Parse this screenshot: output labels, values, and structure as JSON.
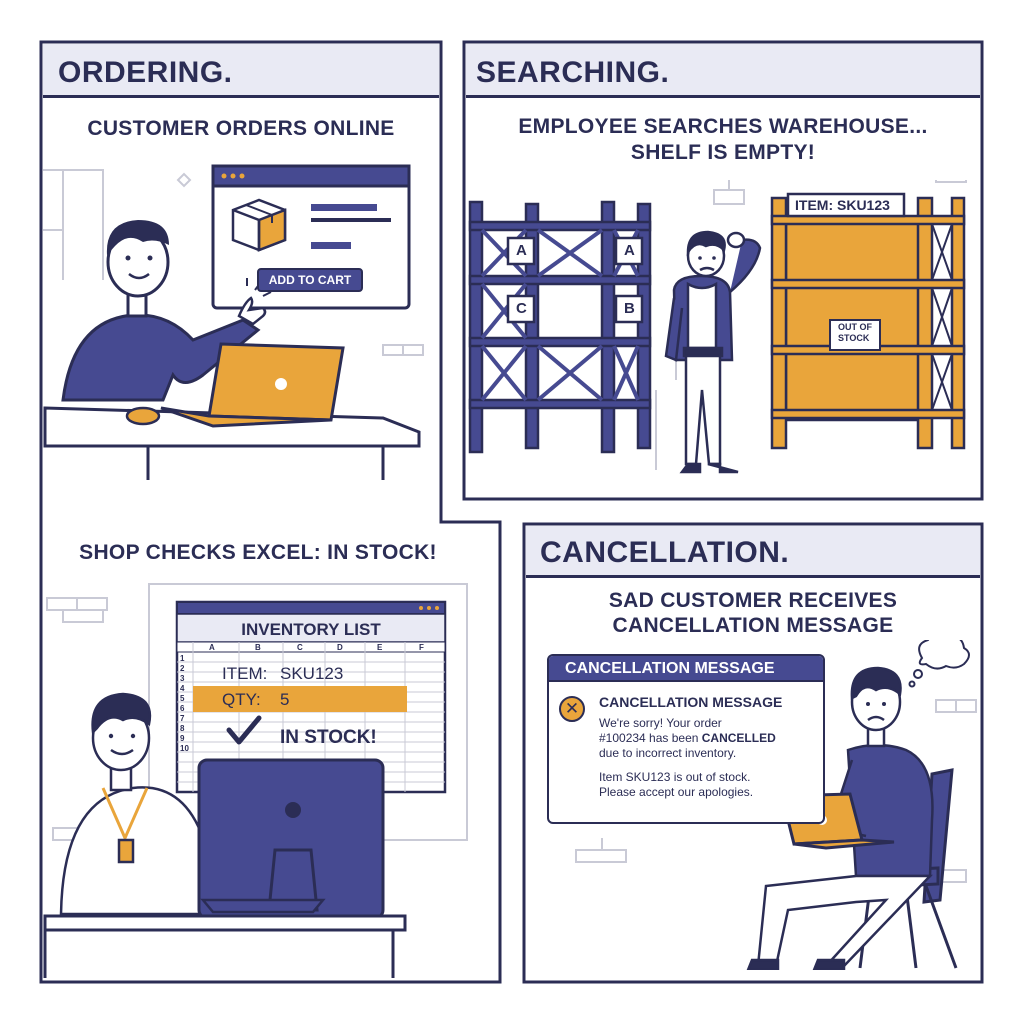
{
  "panels": {
    "ordering": {
      "title": "ORDERING.",
      "caption": "CUSTOMER ORDERS ONLINE",
      "button_label": "ADD TO CART"
    },
    "searching": {
      "title": "SEARCHING.",
      "caption_line1": "EMPLOYEE SEARCHES WAREHOUSE...",
      "caption_line2": "SHELF IS EMPTY!",
      "rack_labels": [
        "A",
        "A",
        "C",
        "B"
      ],
      "item_tag": "ITEM: SKU123",
      "out_of_stock_line1": "OUT OF",
      "out_of_stock_line2": "STOCK"
    },
    "excel": {
      "caption": "SHOP CHECKS EXCEL: IN STOCK!",
      "sheet_title": "INVENTORY LIST",
      "columns": [
        "A",
        "B",
        "C",
        "D",
        "E",
        "F"
      ],
      "rows": [
        "1",
        "2",
        "3",
        "4",
        "5",
        "6",
        "7",
        "8",
        "9",
        "10"
      ],
      "item_label": "ITEM:",
      "item_value": "SKU123",
      "qty_label": "QTY:",
      "qty_value": "5",
      "status": "IN STOCK!"
    },
    "cancellation": {
      "title": "CANCELLATION.",
      "caption_line1": "SAD CUSTOMER RECEIVES",
      "caption_line2": "CANCELLATION MESSAGE",
      "window_title": "CANCELLATION MESSAGE",
      "message_heading": "CANCELLATION MESSAGE",
      "msg_line1": "We're sorry! Your order",
      "msg_line2_pre": "#100234 has been ",
      "msg_line2_strong": "CANCELLED",
      "msg_line3": "due to incorrect inventory.",
      "msg_line4": "Item SKU123 is out of stock.",
      "msg_line5": "Please accept our apologies."
    }
  },
  "colors": {
    "navy": "#2b2d55",
    "indigo": "#464a91",
    "orange": "#e9a53b",
    "header_bg": "#e9eaf4",
    "line_gray": "#c9cad6"
  }
}
